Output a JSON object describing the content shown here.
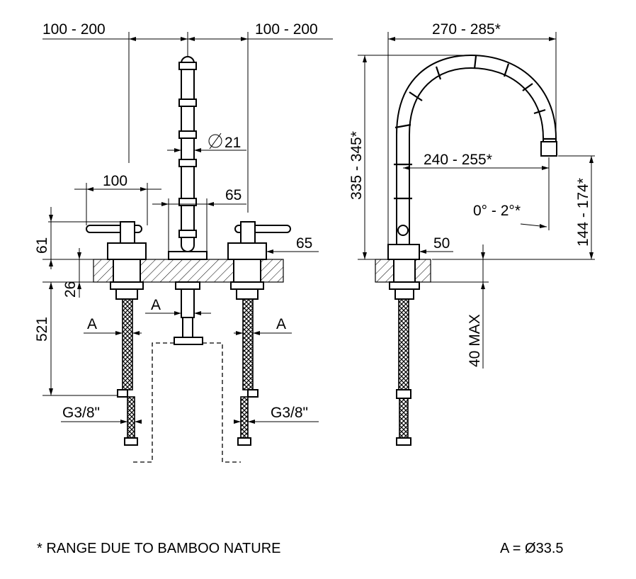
{
  "front_view": {
    "dim_left_spacing": "100 - 200",
    "dim_right_spacing": "100 - 200",
    "dim_spout_diameter": "21",
    "dim_handle_length": "100",
    "dim_spout_base": "65",
    "dim_handle_height": "61",
    "dim_right_body": "65",
    "dim_flange_height": "26",
    "dim_tail_length": "521",
    "label_a_center": "A",
    "label_a_left": "A",
    "label_a_right": "A",
    "thread_left": "G3/8\"",
    "thread_right": "G3/8\""
  },
  "side_view": {
    "dim_reach_outer": "270 - 285*",
    "dim_height": "335 - 345*",
    "dim_reach_inner": "240 - 255*",
    "dim_angle": "0° - 2°*",
    "dim_spout_clearance": "144 - 174*",
    "dim_base": "50",
    "dim_deck_max": "40 MAX"
  },
  "footnote": "* RANGE DUE TO BAMBOO NATURE",
  "legend": "A = Ø33.5"
}
